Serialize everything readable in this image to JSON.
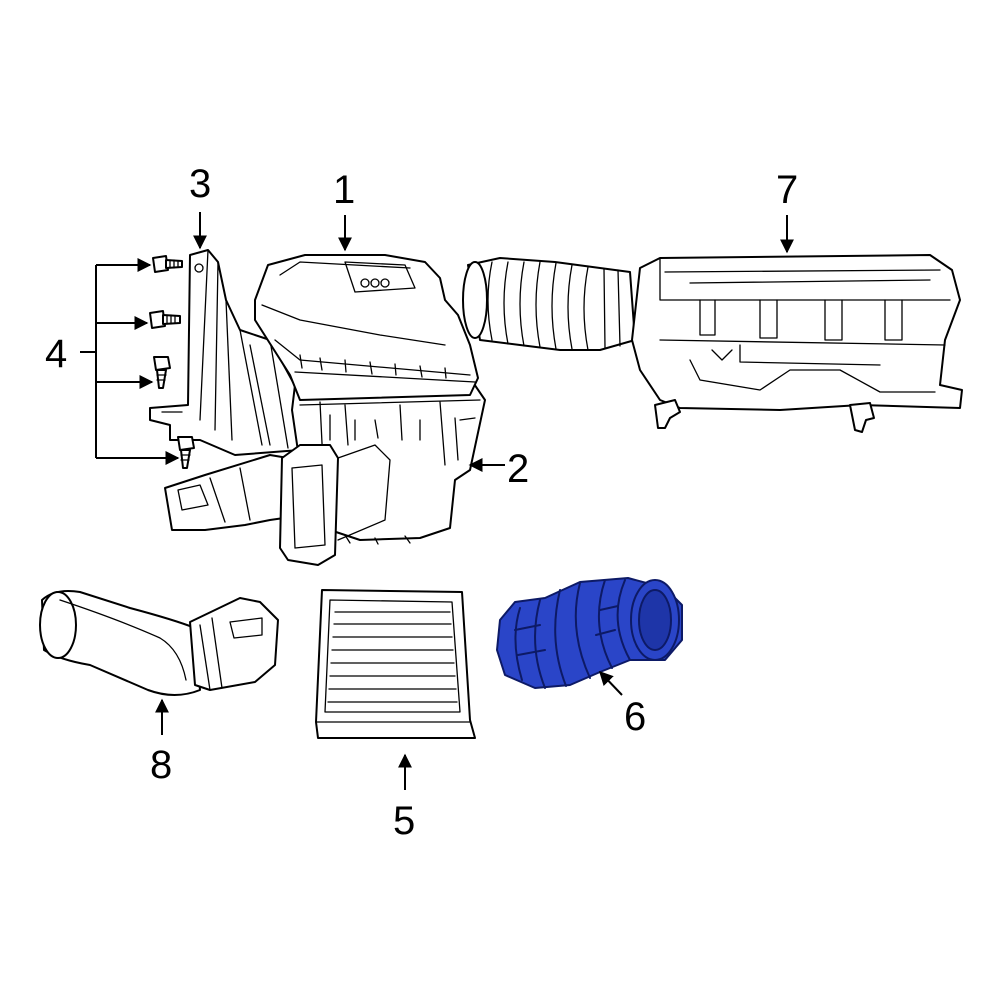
{
  "diagram": {
    "highlight_color": "#2a45c8",
    "callouts": [
      {
        "id": "1",
        "label": "1"
      },
      {
        "id": "2",
        "label": "2"
      },
      {
        "id": "3",
        "label": "3"
      },
      {
        "id": "4",
        "label": "4"
      },
      {
        "id": "5",
        "label": "5"
      },
      {
        "id": "6",
        "label": "6"
      },
      {
        "id": "7",
        "label": "7"
      },
      {
        "id": "8",
        "label": "8"
      }
    ]
  }
}
